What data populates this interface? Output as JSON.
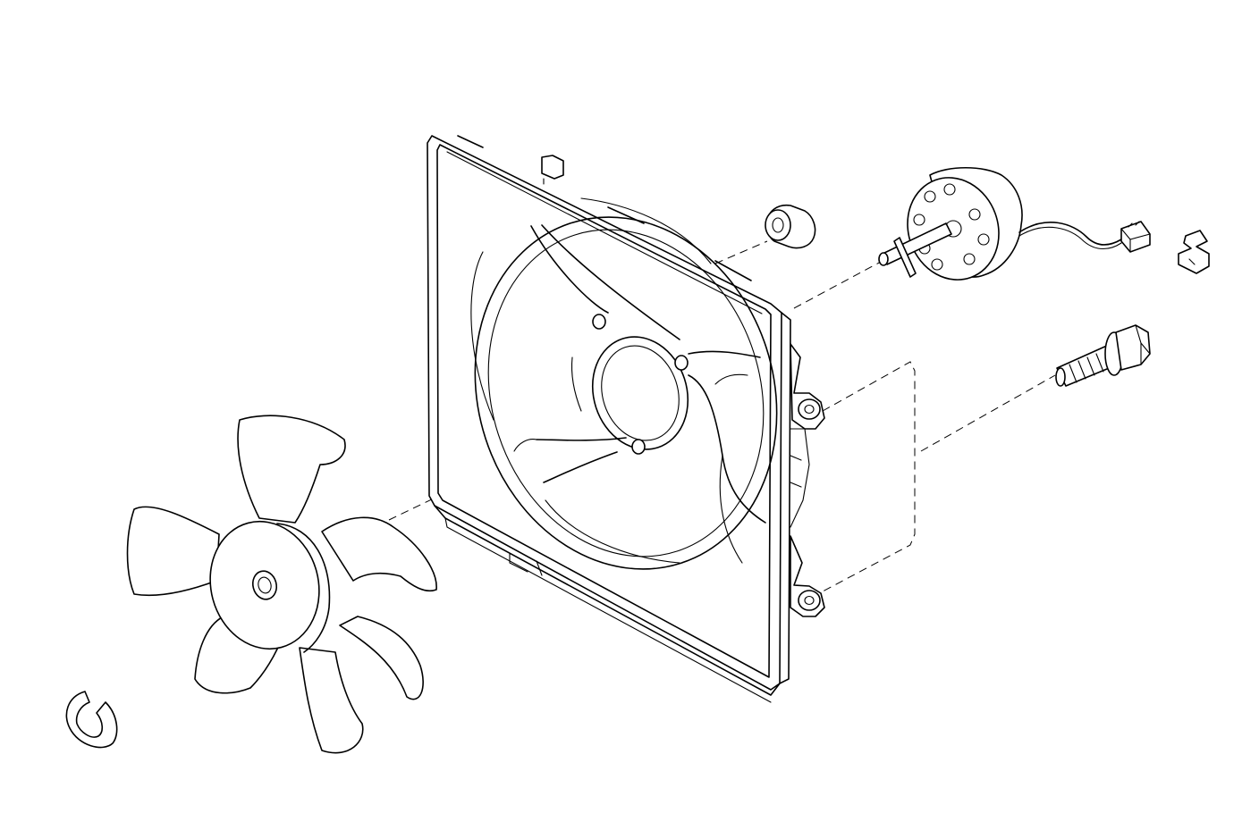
{
  "diagram": {
    "background_color": "#ffffff",
    "line_color": "#000000",
    "parts": [
      "fan-shroud",
      "fan-blade",
      "fan-motor",
      "motor-connector",
      "nut",
      "bolt",
      "clip",
      "retaining-clip"
    ]
  }
}
